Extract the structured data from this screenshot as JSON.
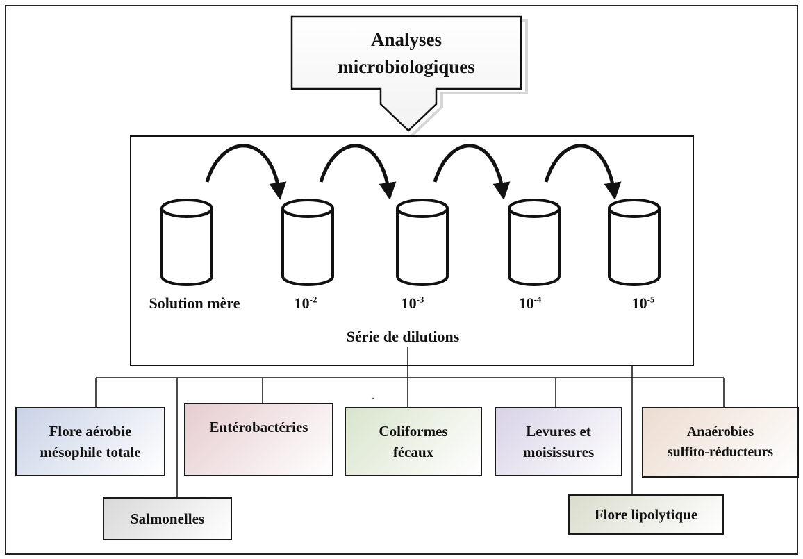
{
  "header": {
    "line1": "Analyses",
    "line2": "microbiologiques"
  },
  "dilution": {
    "mother_label": "Solution mère",
    "series_label": "Série de dilutions",
    "steps": [
      {
        "base": "10",
        "exp": "-2"
      },
      {
        "base": "10",
        "exp": "-3"
      },
      {
        "base": "10",
        "exp": "-4"
      },
      {
        "base": "10",
        "exp": "-5"
      }
    ]
  },
  "analyses": {
    "top_row": [
      {
        "line1": "Flore aérobie",
        "line2": "mésophile totale",
        "color": "#c9d2e6"
      },
      {
        "line1": "Entérobactéries",
        "line2": "",
        "color": "#e6cccf"
      },
      {
        "line1": "Coliformes",
        "line2": "fécaux",
        "color": "#d9e4cc"
      },
      {
        "line1": "Levures et",
        "line2": "moisissures",
        "color": "#d8d2e6"
      },
      {
        "line1": "Anaérobies",
        "line2": "sulfito-réducteurs",
        "color": "#ecdcd0"
      }
    ],
    "salmonelles": {
      "label": "Salmonelles",
      "color": "#d8d8d8"
    },
    "lipolytique": {
      "label": "Flore lipolytique",
      "color": "#dadccc"
    }
  }
}
